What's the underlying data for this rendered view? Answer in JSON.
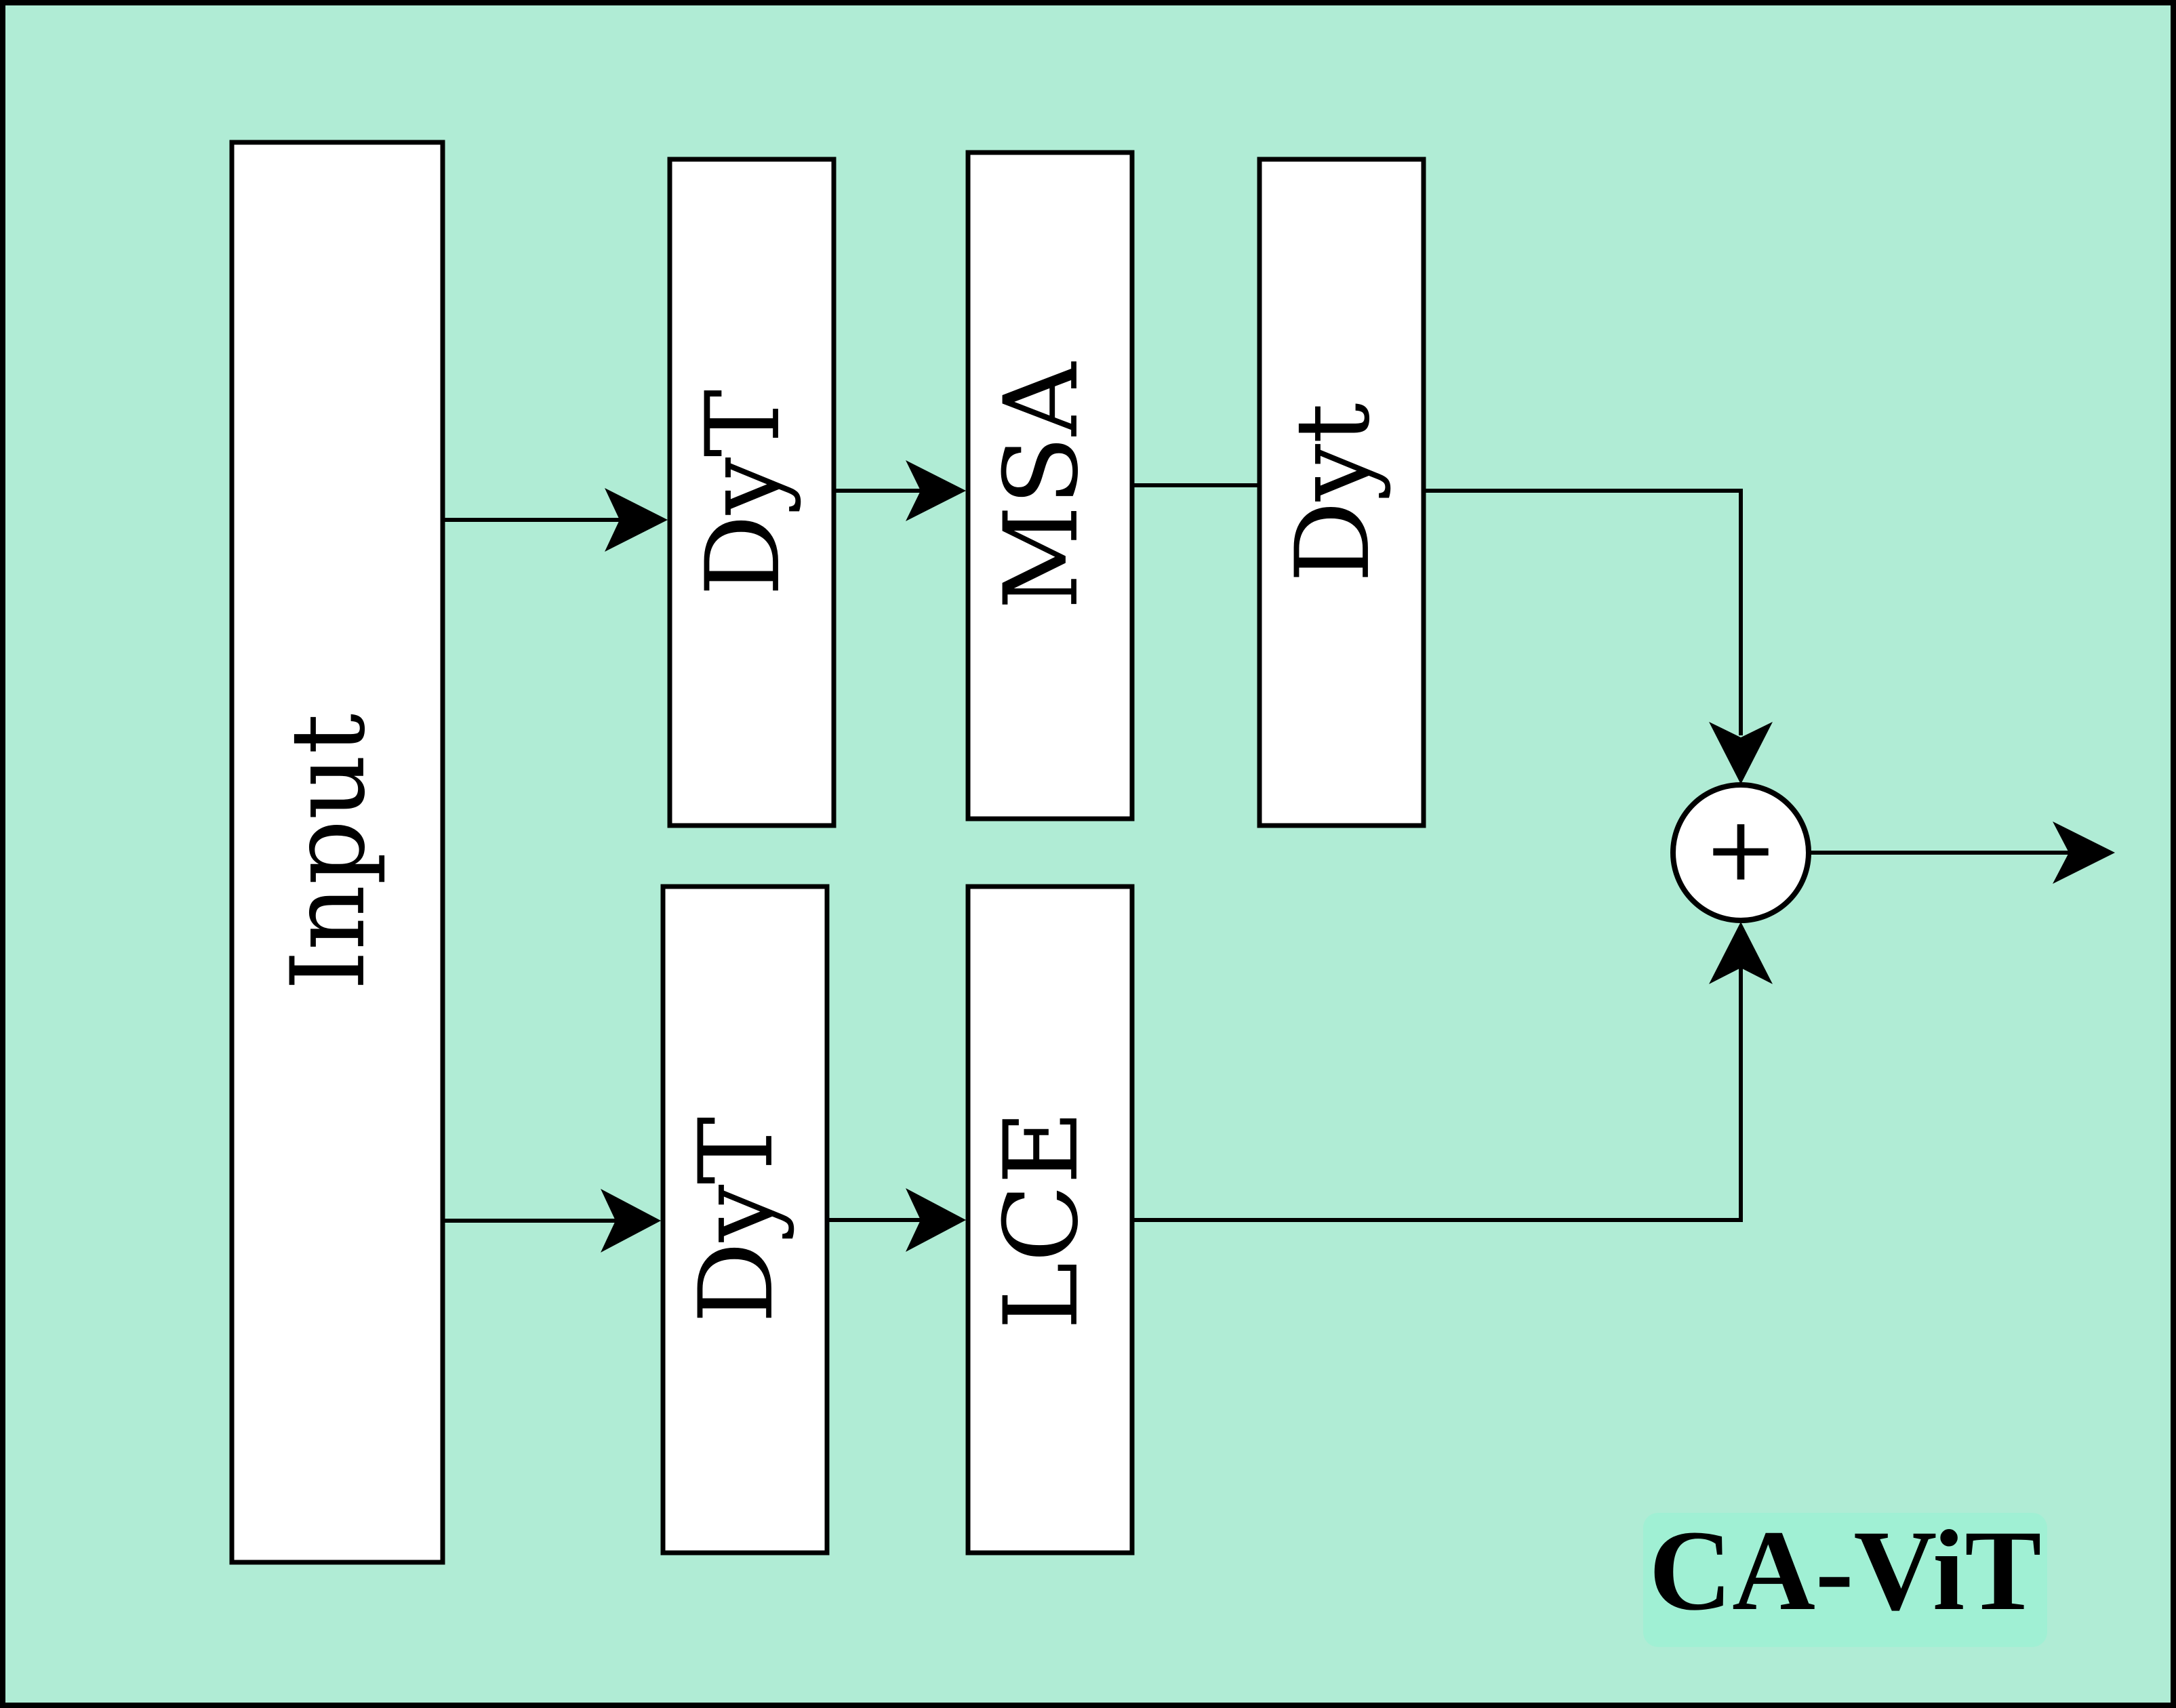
{
  "diagram": {
    "background_color": "#b0ecd5",
    "badge_color": "#a0f0d4",
    "border_color": "#000000",
    "blocks": {
      "input": "Input",
      "dyt_top": "DyT",
      "msa": "MSA",
      "dyt_right": "Dyt",
      "dyt_bottom": "DyT",
      "lce": "LCE"
    },
    "adder_symbol": "+",
    "title": "CA-ViT"
  }
}
